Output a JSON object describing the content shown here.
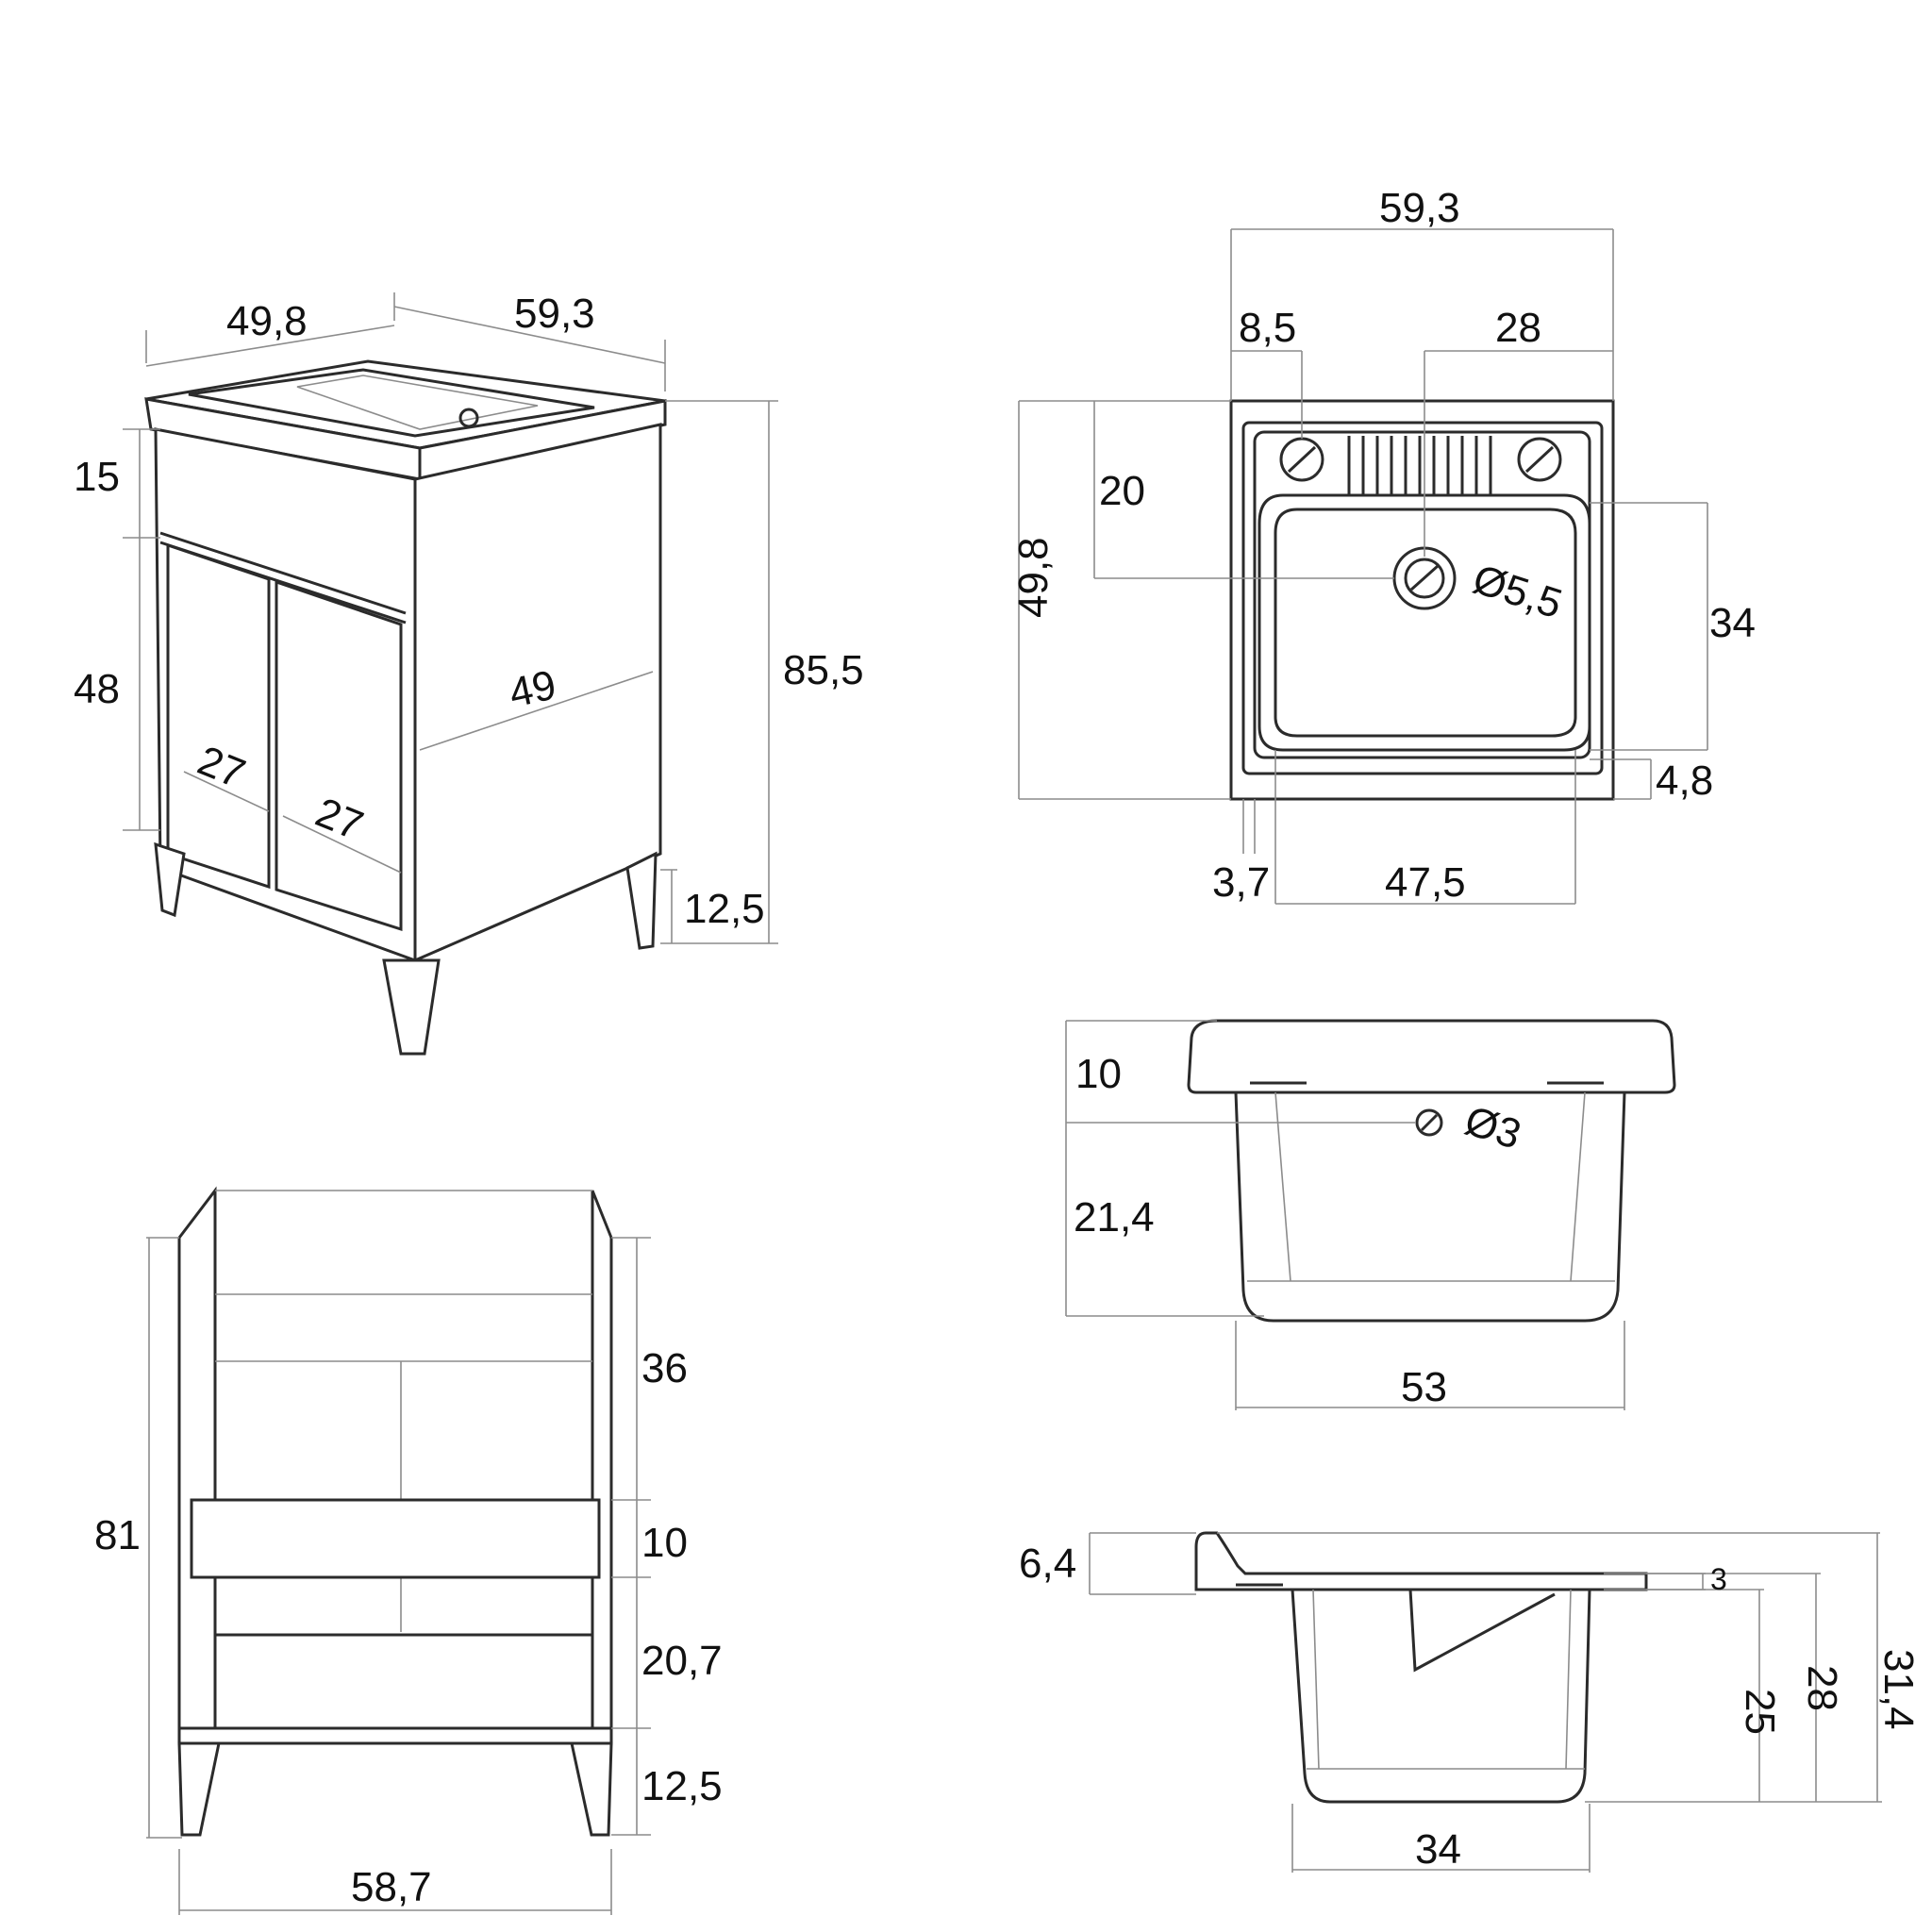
{
  "drawing": {
    "perspective_view": {
      "width": "59,3",
      "depth": "49,8",
      "drawer_height": "15",
      "door_height": "48",
      "side_depth": "49",
      "door_width_left": "27",
      "door_width_right": "27",
      "total_height": "85,5",
      "leg_height": "12,5"
    },
    "sink_top_view": {
      "width": "59,3",
      "edge_to_hole": "8,5",
      "hole_to_edge": "28",
      "depth": "49,8",
      "front_to_drain": "20",
      "basin_depth": "34",
      "drain_diameter": "Ø5,5",
      "rim_front": "4,8",
      "rim_side": "3,7",
      "basin_width": "47,5"
    },
    "sink_front_view": {
      "rim_height": "10",
      "basin_height": "21,4",
      "overflow_diameter": "Ø3",
      "bottom_width": "53"
    },
    "cabinet_front_view": {
      "total_height": "81",
      "upper_section": "36",
      "drawer_band": "10",
      "lower_section": "20,7",
      "leg_height": "12,5",
      "width": "58,7"
    },
    "sink_side_view": {
      "backsplash": "6,4",
      "rim": "3",
      "basin_depth": "25",
      "depth_to_rim": "28",
      "total_height": "31,4",
      "bottom_width": "34"
    }
  }
}
